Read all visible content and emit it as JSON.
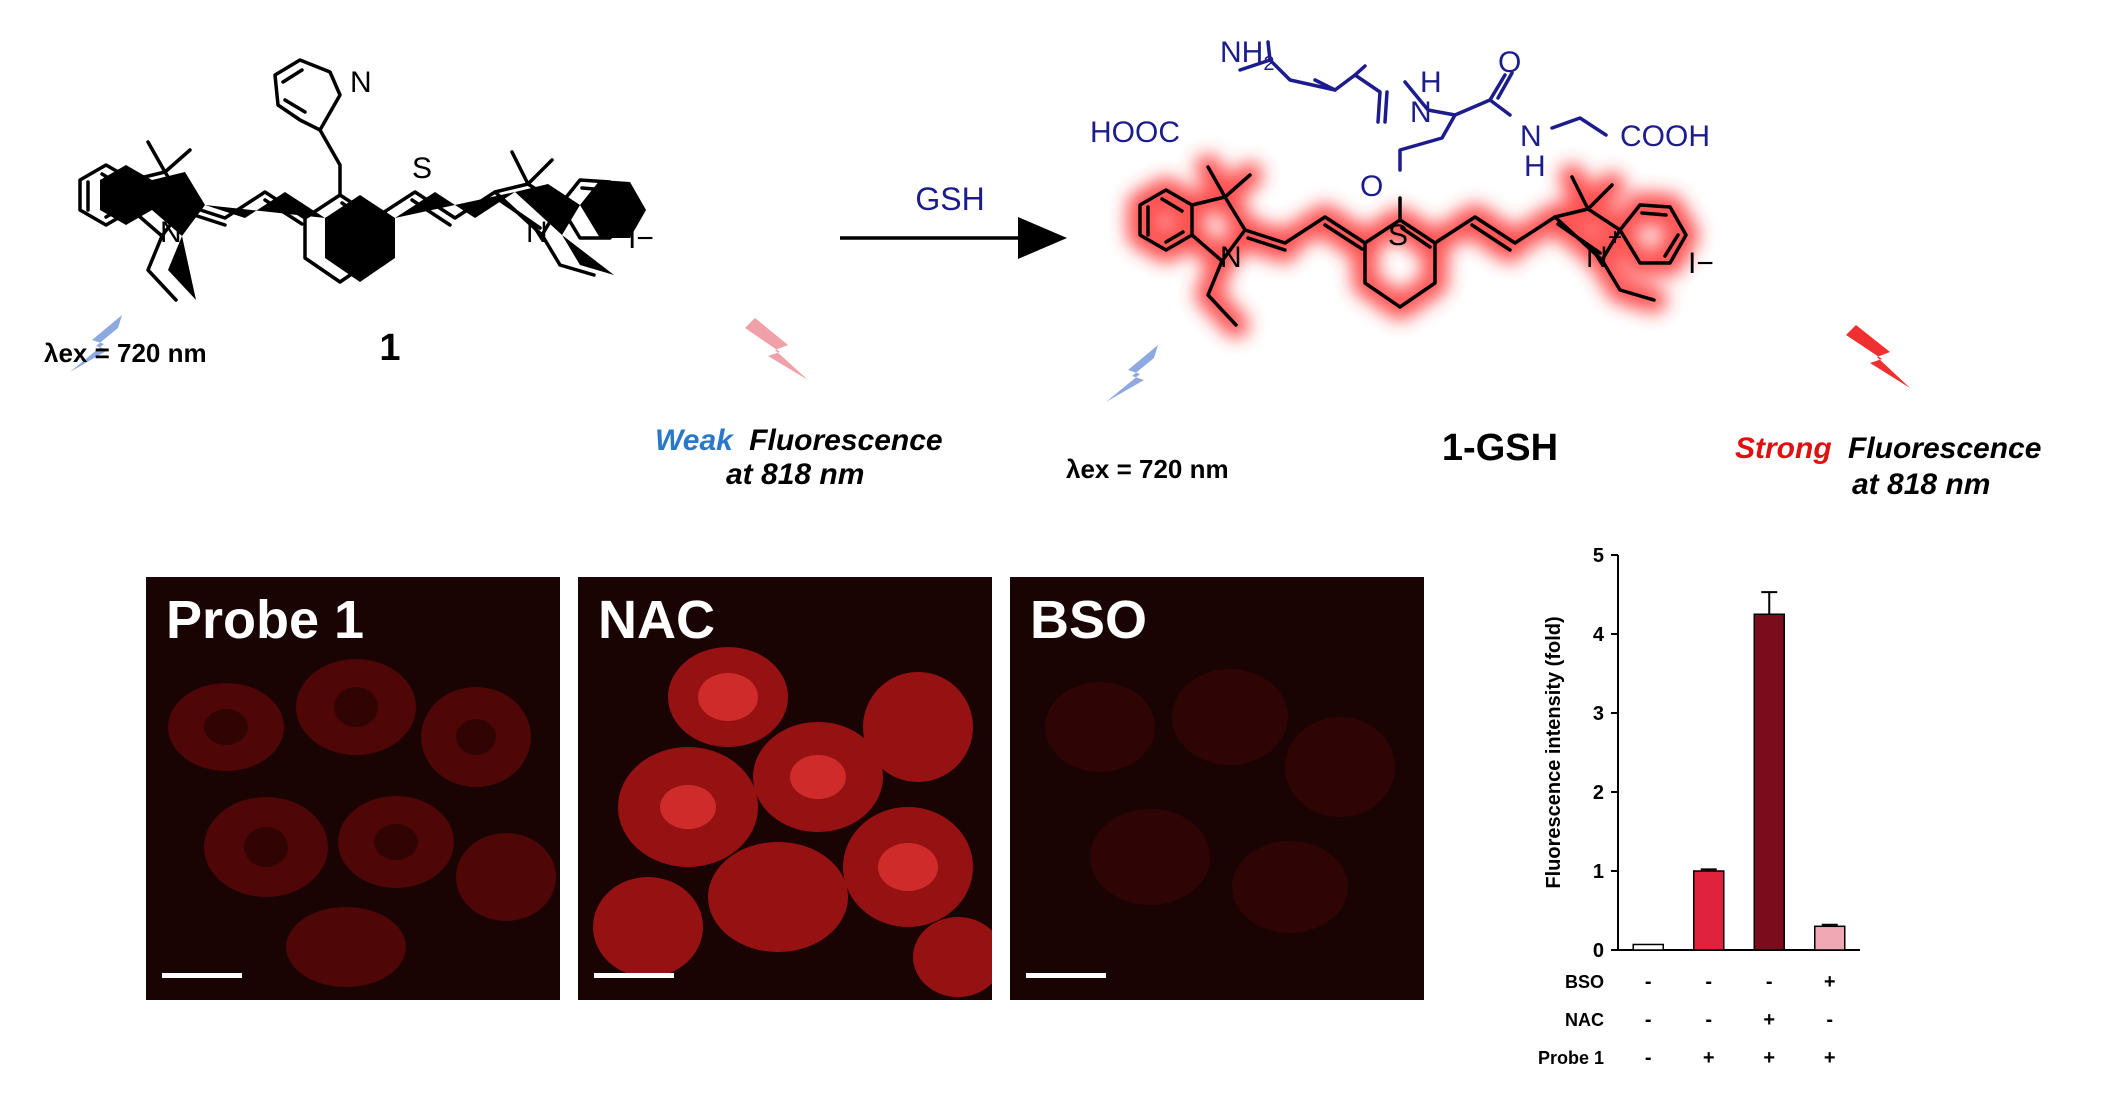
{
  "reaction": {
    "reagent": "GSH",
    "reactant_label": "1",
    "product_label": "1-GSH",
    "excitation": "λex = 720 nm",
    "counterion": "I−",
    "weak_word": "Weak",
    "strong_word": "Strong",
    "fluor_word": "Fluorescence",
    "emission": "at 818 nm"
  },
  "atoms": {
    "N": "N",
    "S": "S",
    "O": "O",
    "H": "H",
    "plus": "+",
    "nh2": "NH2",
    "hooc": "HOOC",
    "cooh": "COOH"
  },
  "colors": {
    "glow": "#ff3030",
    "gsh_blue": "#1c1c8c",
    "weak_blue": "#2a78c8",
    "strong_red": "#e01010",
    "bolt_blue": "#8ea8e0",
    "bolt_pink": "#f0a0a8",
    "bolt_red": "#f03030"
  },
  "images": {
    "panels": [
      "Probe 1",
      "NAC",
      "BSO"
    ]
  },
  "chart_data": {
    "type": "bar",
    "ylabel": "Fluorescence intensity (fold)",
    "ylim": [
      0,
      5
    ],
    "yticks": [
      0,
      1,
      2,
      3,
      4,
      5
    ],
    "values": [
      0.07,
      1.0,
      4.25,
      0.3
    ],
    "errors": [
      0.0,
      0.02,
      0.28,
      0.02
    ],
    "bar_colors": [
      "#ffffff",
      "#e0223c",
      "#7a0c1c",
      "#f0a8b4"
    ],
    "conditions": [
      {
        "name": "BSO",
        "values": [
          "-",
          "-",
          "-",
          "+"
        ]
      },
      {
        "name": "NAC",
        "values": [
          "-",
          "-",
          "+",
          "-"
        ]
      },
      {
        "name": "Probe 1",
        "values": [
          "-",
          "+",
          "+",
          "+"
        ]
      }
    ]
  }
}
